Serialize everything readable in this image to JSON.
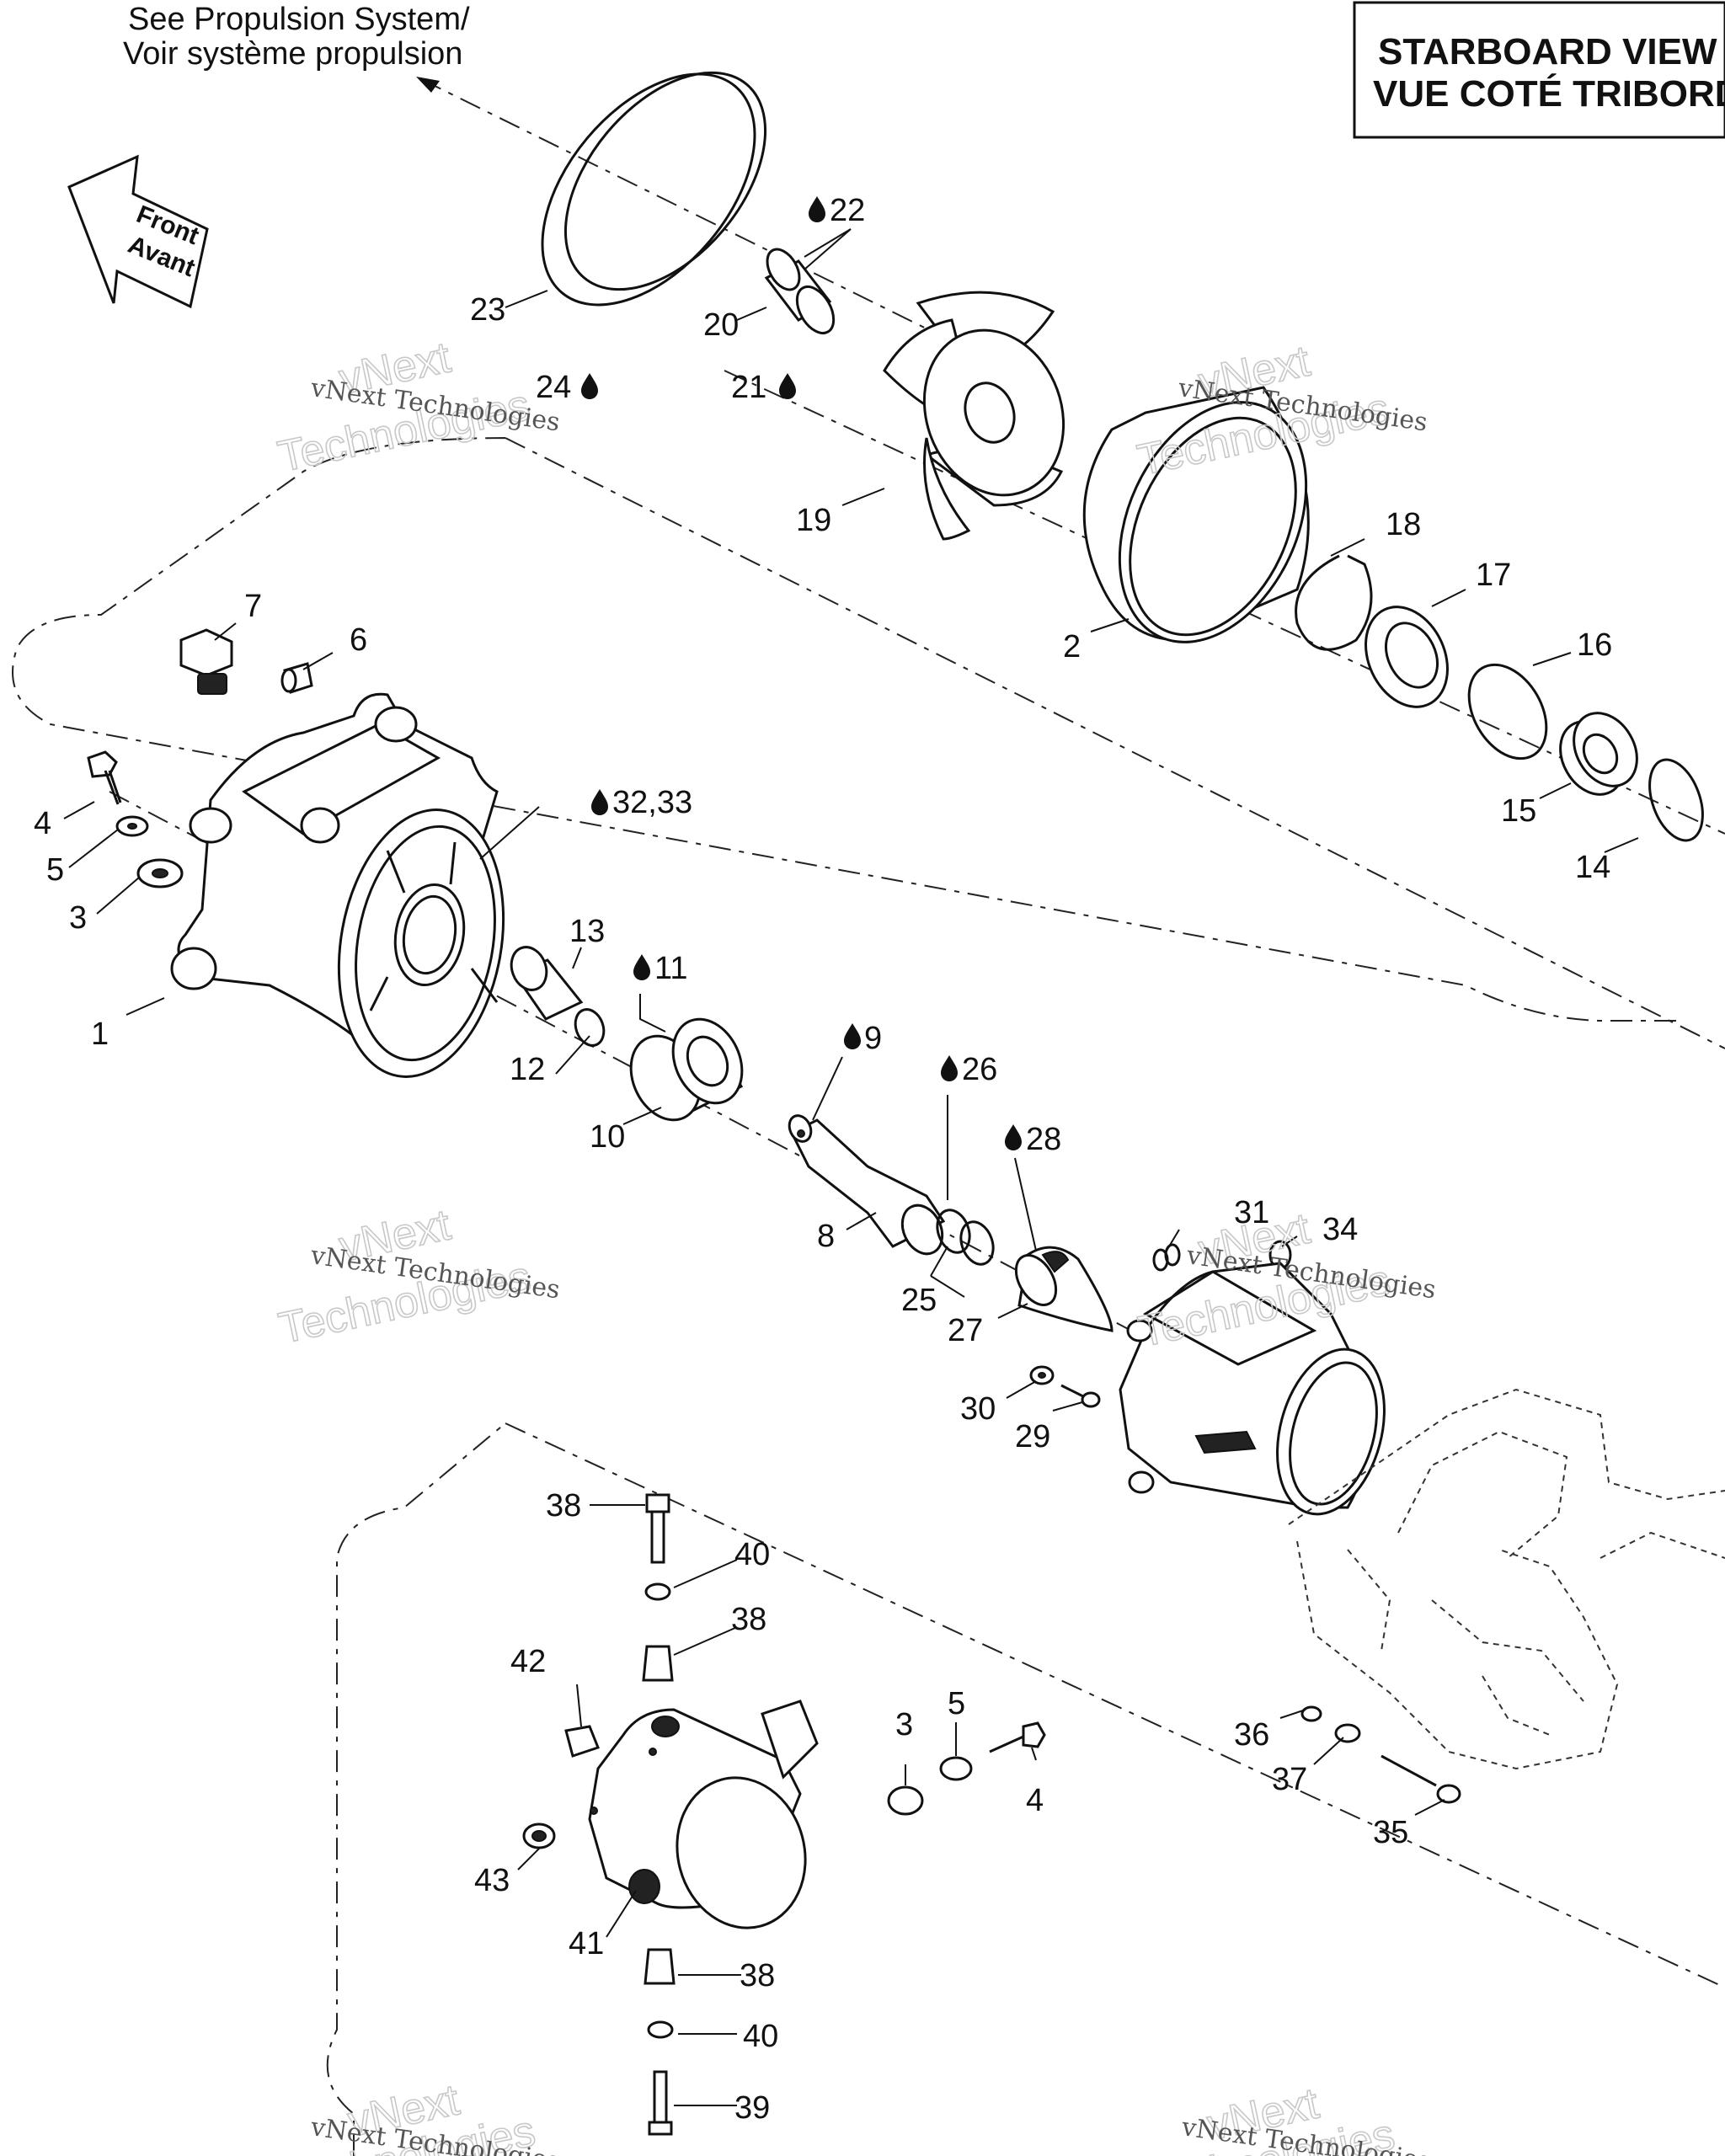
{
  "header": {
    "view_title_line1": "STARBOARD VIEW",
    "view_title_line2": "VUE COTÉ TRIBORD"
  },
  "reference_note": {
    "line1": "See Propulsion System/",
    "line2": "Voir système propulsion"
  },
  "direction_arrow": {
    "line1": "Front",
    "line2": "Avant"
  },
  "watermark": {
    "company": "vNext Technologies",
    "brand_top": "vNext",
    "brand_bottom": "Technologies"
  },
  "part_labels": {
    "p1": "1",
    "p2": "2",
    "p3a": "3",
    "p3b": "3",
    "p4a": "4",
    "p4b": "4",
    "p5a": "5",
    "p5b": "5",
    "p6": "6",
    "p7": "7",
    "p8": "8",
    "p9": "9",
    "p10": "10",
    "p11": "11",
    "p12": "12",
    "p13": "13",
    "p14": "14",
    "p15": "15",
    "p16": "16",
    "p17": "17",
    "p18": "18",
    "p19": "19",
    "p20": "20",
    "p21": "21",
    "p22": "22",
    "p23": "23",
    "p24": "24",
    "p25": "25",
    "p26": "26",
    "p27": "27",
    "p28": "28",
    "p29": "29",
    "p30": "30",
    "p31": "31",
    "p32_33": "32,33",
    "p34": "34",
    "p35": "35",
    "p36": "36",
    "p37": "37",
    "p38a": "38",
    "p38b": "38",
    "p38c": "38",
    "p39": "39",
    "p40a": "40",
    "p40b": "40",
    "p41": "41",
    "p42": "42",
    "p43": "43"
  },
  "icons": {
    "lubricant": "oil-drop-icon"
  }
}
